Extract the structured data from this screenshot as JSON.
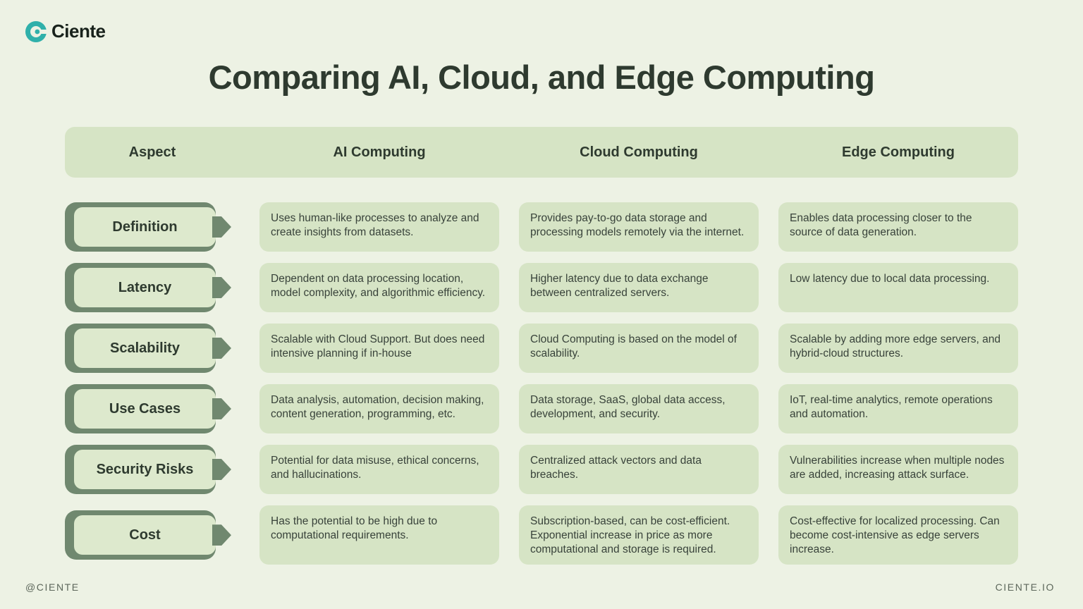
{
  "brand": {
    "name": "Ciente",
    "footer_left": "@CIENTE",
    "footer_right": "CIENTE.IO"
  },
  "title": "Comparing AI, Cloud, and Edge Computing",
  "colors": {
    "background": "#edf2e4",
    "panel_green": "#d6e4c5",
    "button_light_green": "#dde9cd",
    "dark_sage": "#70886f",
    "heading_text": "#2e3a2f",
    "body_text": "#38423a",
    "logo_teal": "#2fb0aa",
    "footer_text": "#5d675b"
  },
  "icons": {
    "logo": "ciente-logo-icon",
    "row_arrow": "arrow-right-icon"
  },
  "chart_data": {
    "type": "table",
    "title": "Comparing AI, Cloud, and Edge Computing",
    "columns": [
      "Aspect",
      "AI Computing",
      "Cloud Computing",
      "Edge Computing"
    ],
    "rows": [
      [
        "Definition",
        "Uses human-like processes to analyze and create insights from datasets.",
        "Provides pay-to-go data storage and processing models remotely via the internet.",
        "Enables data processing closer to the source of data generation."
      ],
      [
        "Latency",
        "Dependent on data processing location, model complexity, and algorithmic efficiency.",
        "Higher latency due to data exchange between centralized servers.",
        "Low latency due to local data processing."
      ],
      [
        "Scalability",
        "Scalable with Cloud Support. But does need intensive planning if in-house",
        "Cloud Computing is based on the model of scalability.",
        "Scalable by adding more edge servers, and hybrid-cloud structures."
      ],
      [
        "Use Cases",
        "Data analysis, automation, decision making, content generation, programming, etc.",
        "Data storage, SaaS, global data access, development, and security.",
        "IoT, real-time analytics, remote operations and automation."
      ],
      [
        "Security Risks",
        "Potential for data misuse, ethical concerns, and hallucinations.",
        "Centralized attack vectors and data breaches.",
        "Vulnerabilities increase when multiple nodes are added, increasing attack surface."
      ],
      [
        "Cost",
        "Has the potential to be high due to computational requirements.",
        "Subscription-based, can be cost-efficient. Exponential increase in price as more computational and storage is required.",
        "Cost-effective for localized processing. Can become cost-intensive as edge servers increase."
      ]
    ]
  }
}
